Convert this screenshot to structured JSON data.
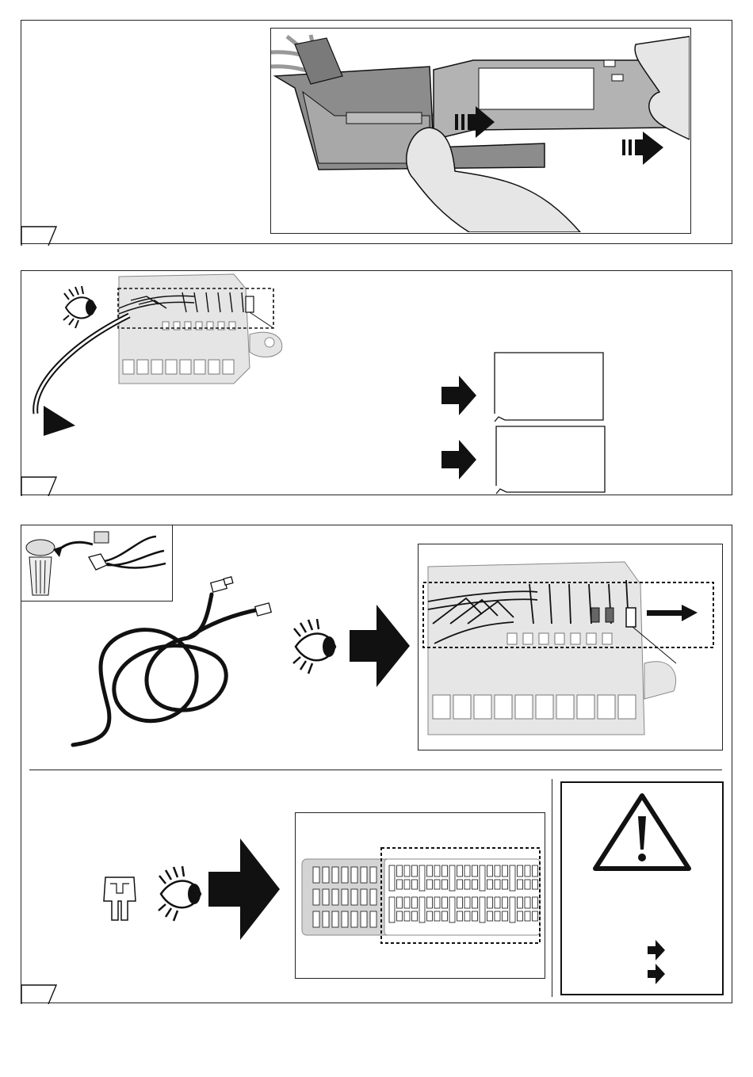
{
  "document": {
    "type": "installation-instructions",
    "step_count": 3,
    "colors": {
      "line": "#111111",
      "housing_gray": "#8c8c8c",
      "light_gray": "#d4d4d4",
      "background": "#ffffff"
    },
    "steps": [
      {
        "id": "step-1",
        "illustration": "remove-connector-cover-from-housing",
        "icons": [
          "hand-icon",
          "push-arrow-icon"
        ]
      },
      {
        "id": "step-2",
        "illustration": "inspect-fuse-box-connector",
        "icons": [
          "eye-icon",
          "curved-arrow-icon",
          "right-arrow-icon"
        ]
      },
      {
        "id": "step-3",
        "illustration": "connect-harness-and-check-fuses",
        "icons": [
          "eye-icon",
          "cable-harness-icon",
          "fuse-icon",
          "warning-triangle-icon"
        ]
      }
    ]
  }
}
